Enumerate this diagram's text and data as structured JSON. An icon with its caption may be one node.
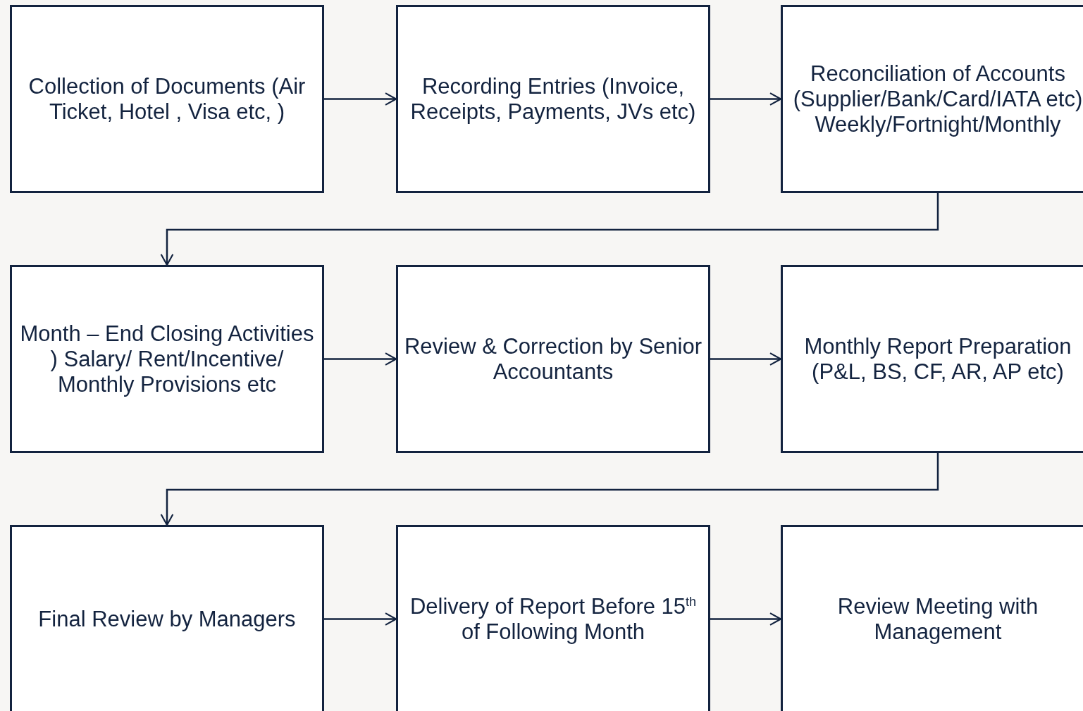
{
  "diagram": {
    "nodes": [
      {
        "text": [
          "Collection of Documents (Air Ticket, Hotel , Visa etc, )"
        ]
      },
      {
        "text": [
          "Recording Entries (Invoice, Receipts, Payments, JVs etc)"
        ]
      },
      {
        "text": [
          "Reconciliation of Accounts (Supplier/Bank/Card/IATA etc) Weekly/Fortnight/Monthly"
        ]
      },
      {
        "text": [
          "Month – End Closing Activities ) Salary/ Rent/Incentive/ Monthly Provisions etc"
        ]
      },
      {
        "text": [
          "Review & Correction by Senior Accountants"
        ]
      },
      {
        "text": [
          "Monthly Report Preparation (P&L, BS, CF, AR, AP etc)"
        ]
      },
      {
        "text": [
          "Final Review by Managers"
        ]
      },
      {
        "text": [
          "Delivery of Report Before 15$^{th}$ of Following Month"
        ]
      },
      {
        "text": [
          "Review Meeting with Management"
        ]
      }
    ],
    "edges": [
      {
        "from": 0,
        "to": 1,
        "arrow": "to"
      },
      {
        "from": 1,
        "to": 2,
        "arrow": "to"
      },
      {
        "from": 2,
        "to": 3,
        "arrow": "to"
      },
      {
        "from": 3,
        "to": 4,
        "arrow": "to"
      },
      {
        "from": 4,
        "to": 5,
        "arrow": "to"
      },
      {
        "from": 5,
        "to": 6,
        "arrow": "to"
      },
      {
        "from": 6,
        "to": 7,
        "arrow": "to"
      },
      {
        "from": 7,
        "to": 8,
        "arrow": "to"
      }
    ]
  }
}
